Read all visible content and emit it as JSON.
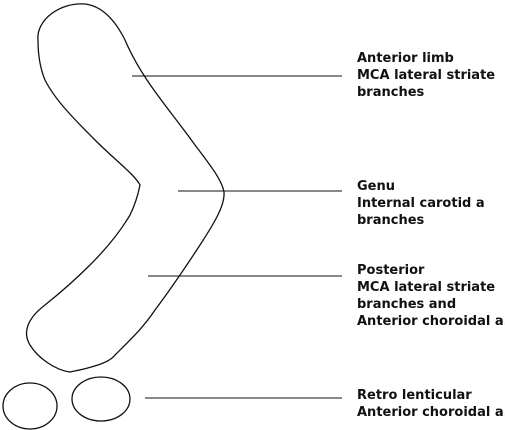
{
  "labels": {
    "anterior_limb": [
      "Anterior limb",
      "MCA lateral striate",
      "branches"
    ],
    "genu": [
      "Genu",
      "Internal carotid a",
      "branches"
    ],
    "posterior": [
      "Posterior",
      "MCA lateral striate",
      "branches and",
      "Anterior choroidal a."
    ],
    "retro_lenticular": [
      "Retro lenticular",
      "Anterior choroidal a."
    ]
  },
  "colors": {
    "line": "#111111",
    "text": "#111111",
    "background": "#ffffff"
  }
}
